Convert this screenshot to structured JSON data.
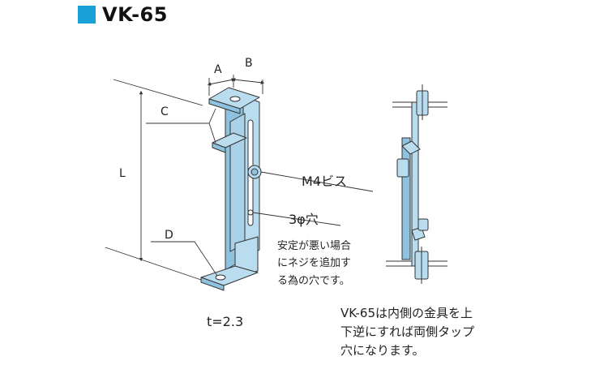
{
  "title": "VK-65",
  "colors": {
    "accent": "#1aa0d8",
    "part_fill": "#b9dcef",
    "part_shade": "#8fc2de",
    "stroke": "#333333"
  },
  "labels": {
    "dim_a": "A",
    "dim_b": "B",
    "dim_c": "C",
    "dim_l": "L",
    "dim_d": "D",
    "screw": "M4ビス",
    "hole": "3φ穴",
    "thickness": "t=2.3"
  },
  "notes": {
    "hole_note": [
      "安定が悪い場合",
      "にネジを追加す",
      "る為の穴です。"
    ],
    "usage_note": [
      "VK-65は内側の金具を上",
      "下逆にすれば両側タップ",
      "穴になります。"
    ]
  }
}
